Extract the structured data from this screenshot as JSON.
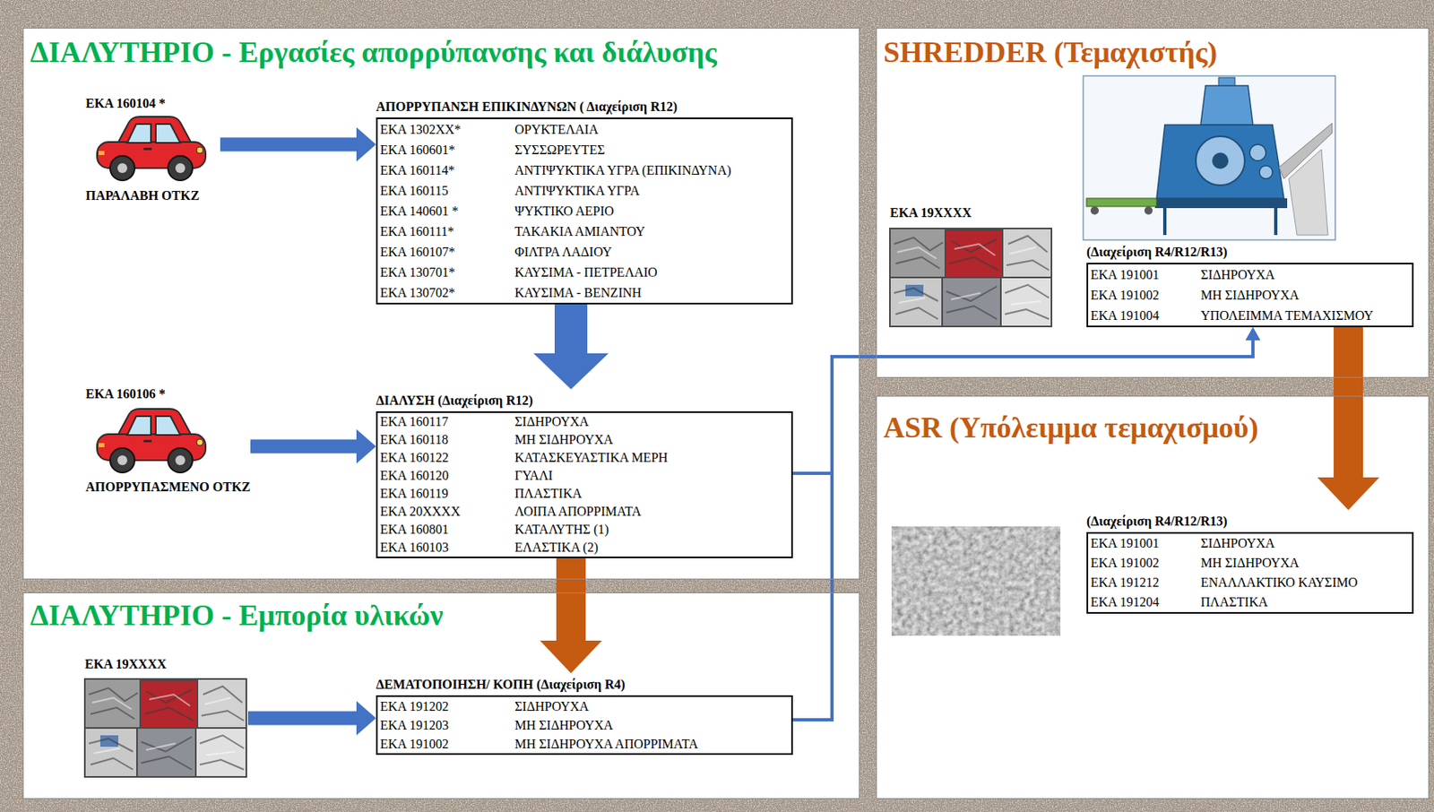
{
  "diagram": {
    "nodes": [
      {
        "text": [
          "ΔΙΑΛΥΤΗΡΙΟ - Εργασίες απορρύπανσης και διάλυσης"
        ]
      },
      {
        "text": [
          "ΕΚΑ 160104 *",
          "ΠΑΡΑΛΑΒΗ ΟΤΚΖ"
        ],
        "in": 0
      },
      {
        "text": [
          "ΑΠΟΡΡΥΠΑΝΣΗ ΕΠΙΚΙΝΔΥΝΩΝ ( Διαχείριση R12)",
          "ΕΚΑ 1302ΧΧ*",
          "ΟΡΥΚΤΕΛΑΙΑ",
          "ΕΚΑ 160601*",
          "ΣΥΣΣΩΡΕΥΤΕΣ",
          "ΕΚΑ 160114*",
          "ΑΝΤΙΨΥΚΤΙΚΑ ΥΓΡΑ (ΕΠΙΚΙΝΔΥΝΑ)",
          "ΕΚΑ 160115",
          "ΑΝΤΙΨΥΚΤΙΚΑ ΥΓΡΑ",
          "ΕΚΑ 140601 *",
          "ΨΥΚΤΙΚΟ ΑΕΡΙΟ",
          "ΕΚΑ 160111*",
          "ΤΑΚΑΚΙΑ ΑΜΙΑΝΤΟΥ",
          "ΕΚΑ 160107*",
          "ΦΙΛΤΡΑ ΛΑΔΙΟΥ",
          "ΕΚΑ 130701*",
          "ΚΑΥΣΙΜΑ - ΠΕΤΡΕΛΑΙΟ",
          "ΕΚΑ 130702*",
          "ΚΑΥΣΙΜΑ - ΒΕΝΖΙΝΗ"
        ],
        "in": 0
      },
      {
        "text": [
          "ΕΚΑ 160106 *",
          "ΑΠΟΡΡΥΠΑΣΜΕΝΟ ΟΤΚΖ"
        ],
        "in": 0
      },
      {
        "text": [
          "ΔΙΑΛΥΣΗ (Διαχείριση R12)",
          "ΕΚΑ 160117",
          "ΣΙΔΗΡΟΥΧΑ",
          "ΕΚΑ 160118",
          "ΜΗ ΣΙΔΗΡΟΥΧΑ",
          "ΕΚΑ 160122",
          "ΚΑΤΑΣΚΕΥΑΣΤΙΚΑ ΜΕΡΗ",
          "ΕΚΑ 160120",
          "ΓΥΑΛΙ",
          "ΕΚΑ 160119",
          "ΠΛΑΣΤΙΚΑ",
          "ΕΚΑ 20ΧΧΧΧ",
          "ΛΟΙΠΑ ΑΠΟΡΡΙΜΑΤΑ",
          "ΕΚΑ 160801",
          "ΚΑΤΑΛΥΤΗΣ (1)",
          "ΕΚΑ 160103",
          "ΕΛΑΣΤΙΚΑ (2)"
        ],
        "in": 0
      },
      {
        "text": [
          "ΔΙΑΛΥΤΗΡΙΟ - Εμπορία υλικών"
        ]
      },
      {
        "text": [
          "ΕΚΑ 19ΧΧΧΧ"
        ],
        "in": 5
      },
      {
        "text": [
          "ΔΕΜΑΤΟΠΟΙΗΣΗ/ ΚΟΠΗ (Διαχείριση R4)",
          "ΕΚΑ 191202",
          "ΣΙΔΗΡΟΥΧΑ",
          "ΕΚΑ 191203",
          "ΜΗ ΣΙΔΗΡΟΥΧΑ",
          "ΕΚΑ 191002",
          "ΜΗ ΣΙΔΗΡΟΥΧΑ ΑΠΟΡΡΙΜΑΤΑ"
        ],
        "in": 5
      },
      {
        "text": [
          "SHREDDER (Τεμαχιστής)"
        ]
      },
      {
        "text": [
          "ΕΚΑ 19ΧΧΧΧ"
        ],
        "in": 8
      },
      {
        "text": [
          "(Διαχείριση R4/R12/R13)",
          "ΕΚΑ 191001",
          "ΣΙΔΗΡΟΥΧΑ",
          "ΕΚΑ 191002",
          "ΜΗ ΣΙΔΗΡΟΥΧΑ",
          "ΕΚΑ 191004",
          "ΥΠΟΛΕΙΜΜΑ ΤΕΜΑΧΙΣΜΟΥ"
        ],
        "in": 8
      },
      {
        "text": [
          "ASR (Υπόλειμμα τεμαχισμού)"
        ]
      },
      {
        "text": [
          "(Διαχείριση R4/R12/R13)",
          "ΕΚΑ 191001",
          "ΣΙΔΗΡΟΥΧΑ",
          "ΕΚΑ 191002",
          "ΜΗ ΣΙΔΗΡΟΥΧΑ",
          "ΕΚΑ 191212",
          "ΕΝΑΛΛΑΚΤΙΚΟ ΚΑΥΣΙΜΟ",
          "ΕΚΑ 191204",
          "ΠΛΑΣΤΙΚΑ"
        ],
        "in": 11
      }
    ],
    "edges": [
      {
        "from": 1,
        "to": 2,
        "arrow": "to"
      },
      {
        "from": 2,
        "to": 4,
        "arrow": "to"
      },
      {
        "from": 3,
        "to": 4,
        "arrow": "to"
      },
      {
        "from": 4,
        "to": 7,
        "arrow": "to"
      },
      {
        "from": 6,
        "to": 7,
        "arrow": "to"
      },
      {
        "from": 4,
        "to": 10,
        "arrow": "to"
      },
      {
        "from": 7,
        "to": 10,
        "arrow": "to"
      },
      {
        "from": 10,
        "to": 12,
        "arrow": "to"
      }
    ]
  }
}
